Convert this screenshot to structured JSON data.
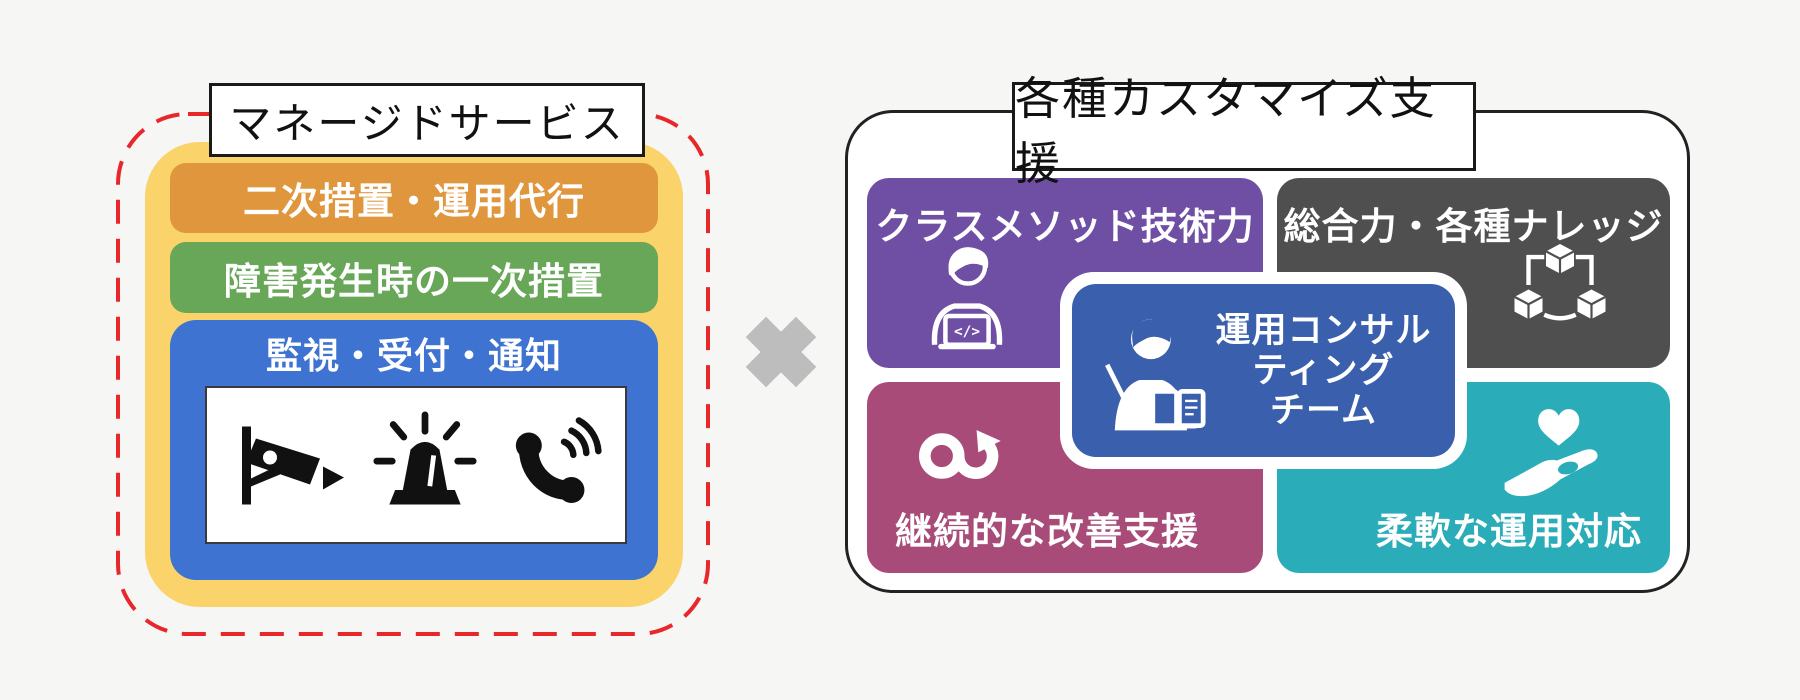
{
  "colors": {
    "background": "#F6F6F5",
    "yellow_container": "#FAD36A",
    "red_dash": "#E8272B",
    "orange": "#E0963D",
    "green": "#69A758",
    "blue": "#3E73D2",
    "purple": "#6F4FA4",
    "dark_gray": "#4F4F4F",
    "magenta": "#A84B78",
    "teal": "#2AACB9",
    "center_blue": "#3A5FAD",
    "multiply_gray": "#BDBDBD",
    "title_border": "#1A1A1A",
    "icon_black": "#111111"
  },
  "left_panel": {
    "title": "マネージドサービス",
    "boxes": [
      {
        "label": "二次措置・運用代行"
      },
      {
        "label": "障害発生時の一次措置"
      },
      {
        "label": "監視・受付・通知",
        "icons": [
          "cctv-camera",
          "emergency-light",
          "phone-call"
        ]
      }
    ]
  },
  "center": {
    "operator": "×"
  },
  "right_panel": {
    "title": "各種カスタマイズ支援",
    "boxes": [
      {
        "label": "クラスメソッド技術力",
        "icon": "person-laptop"
      },
      {
        "label": "総合力・各種ナレッジ",
        "icon": "connected-cubes"
      },
      {
        "label": "継続的な改善支援",
        "icon": "infinity-arrow"
      },
      {
        "label": "柔軟な運用対応",
        "icon": "heart-in-hand"
      }
    ],
    "center_box": {
      "lines": [
        "運用コンサル",
        "ティング",
        "チーム"
      ],
      "icon": "consultant"
    },
    "laptop_code": "</>"
  }
}
